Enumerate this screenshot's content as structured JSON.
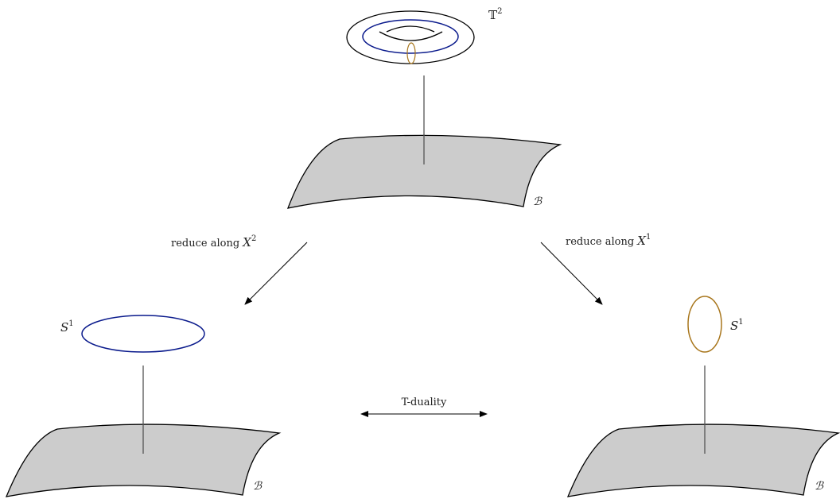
{
  "colors": {
    "blue_circle": "#0a1a8c",
    "gold_circle": "#a8761c",
    "base_fill": "#cccccc",
    "outline": "#000000",
    "fiber_line": "#555555"
  },
  "top": {
    "torus_label": "𝕋",
    "torus_sup": "2",
    "base_label": "ℬ"
  },
  "left": {
    "arrow_label": "reduce along ",
    "arrow_var": "X",
    "arrow_sup": "2",
    "circle_label": "S",
    "circle_sup": "1",
    "base_label": "ℬ"
  },
  "right": {
    "arrow_label": "reduce along ",
    "arrow_var": "X",
    "arrow_sup": "1",
    "circle_label": "S",
    "circle_sup": "1",
    "base_label": "ℬ"
  },
  "middle": {
    "duality_label": "T-duality"
  }
}
